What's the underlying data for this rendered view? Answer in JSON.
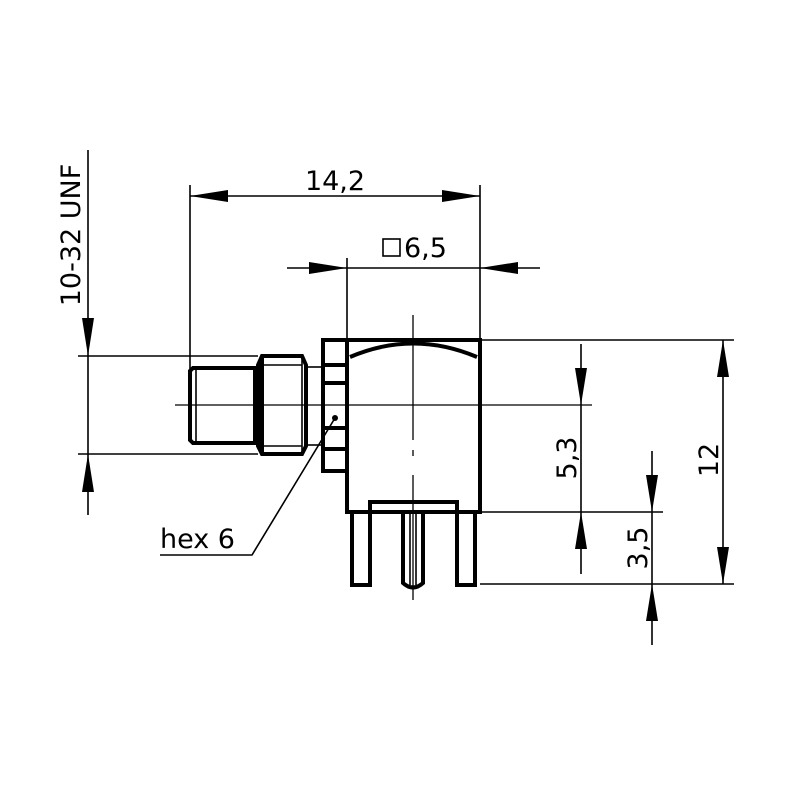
{
  "drawing": {
    "dimensions": {
      "length_overall": "14,2",
      "body_square": "6,5",
      "body_square_symbol": "square",
      "thread": "10-32 UNF",
      "center_height": "5,3",
      "pin_length": "3,5",
      "total_height": "12",
      "hex_note": "hex 6"
    },
    "line_color": "#000000",
    "background": "#ffffff"
  }
}
